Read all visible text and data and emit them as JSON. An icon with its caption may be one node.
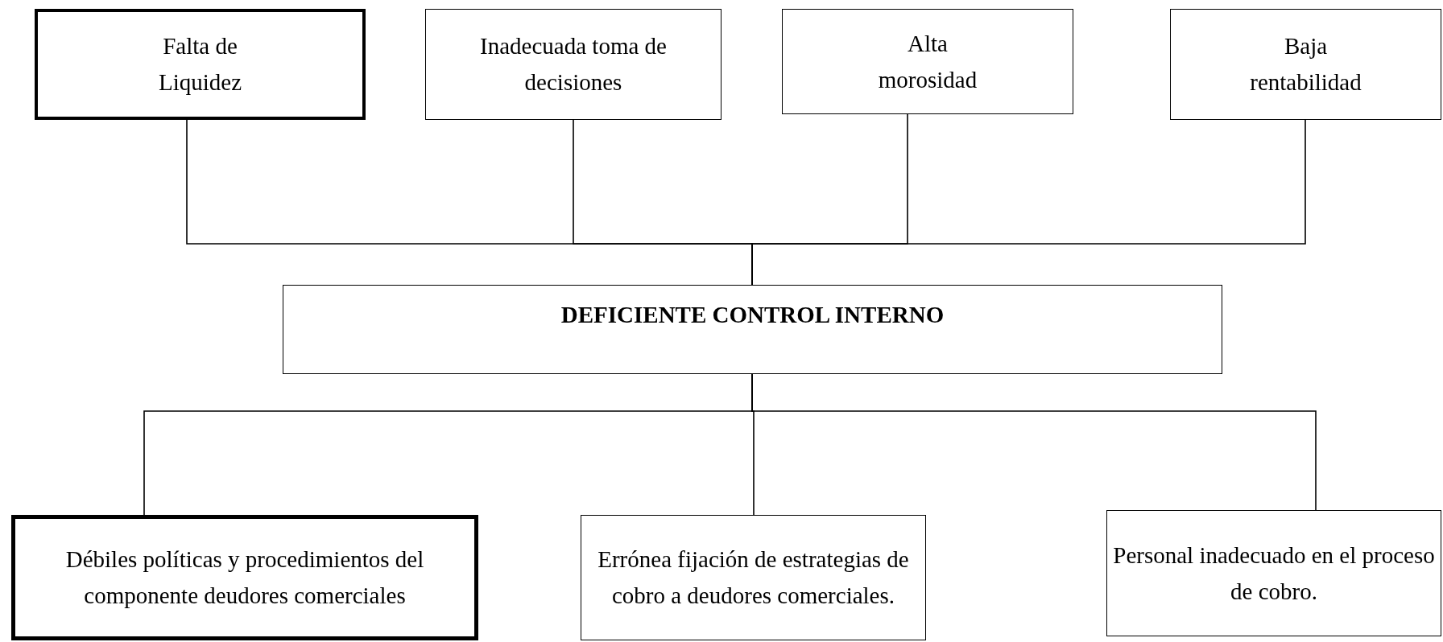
{
  "diagram": {
    "nodes": [
      {
        "text": [
          "Falta de Liquidez"
        ]
      },
      {
        "text": [
          "Inadecuada toma de decisiones"
        ]
      },
      {
        "text": [
          "Alta morosidad"
        ]
      },
      {
        "text": [
          "Baja rentabilidad"
        ]
      },
      {
        "text": [
          "DEFICIENTE CONTROL INTERNO"
        ]
      },
      {
        "text": [
          "Débiles políticas y procedimientos del componente deudores comerciales"
        ]
      },
      {
        "text": [
          "Errónea fijación de estrategias de cobro a deudores comerciales."
        ]
      },
      {
        "text": [
          "Personal inadecuado en el proceso de cobro."
        ]
      }
    ],
    "edges": [
      {
        "from": 0,
        "to": 4,
        "arrow": "none"
      },
      {
        "from": 1,
        "to": 4,
        "arrow": "none"
      },
      {
        "from": 2,
        "to": 4,
        "arrow": "none"
      },
      {
        "from": 3,
        "to": 4,
        "arrow": "none"
      },
      {
        "from": 4,
        "to": 5,
        "arrow": "none"
      },
      {
        "from": 4,
        "to": 6,
        "arrow": "none"
      },
      {
        "from": 4,
        "to": 7,
        "arrow": "none"
      }
    ]
  }
}
